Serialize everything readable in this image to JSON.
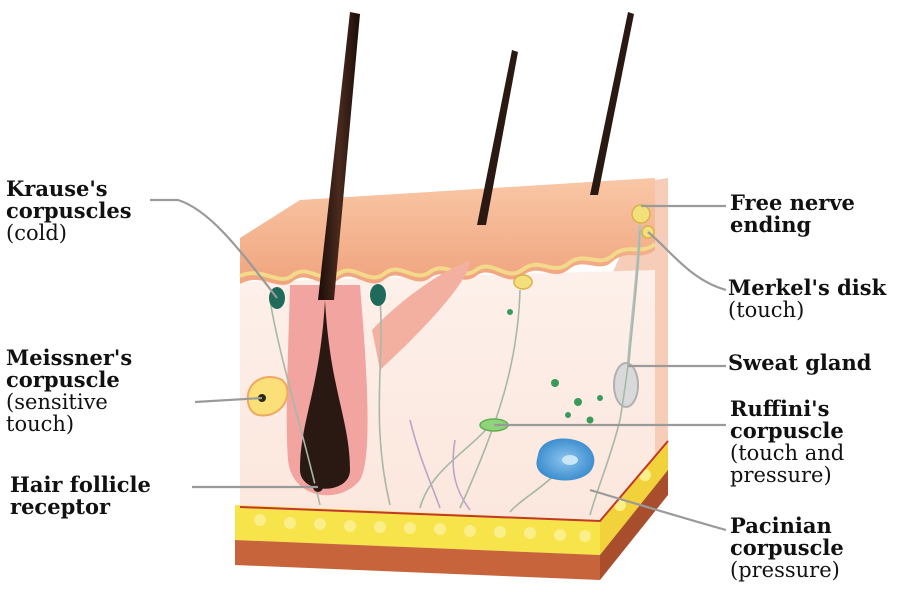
{
  "labels": {
    "krause": {
      "name_line1": "Krause's",
      "name_line2": "corpuscles",
      "function": "(cold)"
    },
    "meissner": {
      "name_line1": "Meissner's",
      "name_line2": "corpuscle",
      "function_line1": "(sensitive",
      "function_line2": "touch)"
    },
    "hair_follicle": {
      "name_line1": "Hair follicle",
      "name_line2": "receptor"
    },
    "free_nerve": {
      "name_line1": "Free nerve",
      "name_line2": "ending"
    },
    "merkel": {
      "name": "Merkel's disk",
      "function": "(touch)"
    },
    "sweat_gland": {
      "name": "Sweat gland"
    },
    "ruffini": {
      "name_line1": "Ruffini's",
      "name_line2": "corpuscle",
      "function_line1": "(touch and",
      "function_line2": "pressure)"
    },
    "pacinian": {
      "name_line1": "Pacinian",
      "name_line2": "corpuscle",
      "function": "(pressure)"
    }
  },
  "colors": {
    "epidermis": "#f4b48e",
    "dermis": "#fbe3d8",
    "hypodermis_fat": "#f7e34a",
    "muscle_layer": "#c8643c",
    "hair": "#2a1812",
    "follicle_sheath": "#f2a4a0",
    "receptor_teal": "#1f6a5a",
    "pacinian_blue": "#4a9ad8",
    "nerve_fiber": "#a7b8a8",
    "leader_line": "#9a9a9a"
  }
}
